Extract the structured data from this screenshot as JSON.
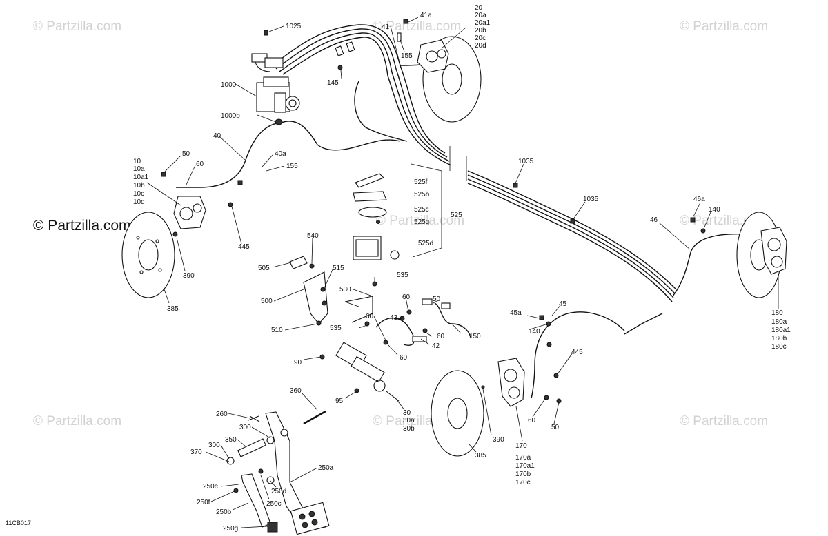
{
  "watermarks": [
    "© Partzilla.com",
    "© Partzilla.com",
    "© Partzilla.com",
    "© Partzilla.com",
    "© Partzilla.com",
    "© Partzilla.com",
    "© Partzilla.com",
    "© Partzilla.com",
    "© Partzilla.com"
  ],
  "center_watermark": "© Partzilla.com",
  "diagram_code": "11CB017",
  "labels": [
    "1025",
    "41a",
    "41",
    "20",
    "20a",
    "20a1",
    "20b",
    "20c",
    "20d",
    "155",
    "145",
    "1000",
    "1000b",
    "40",
    "40a",
    "155",
    "50",
    "60",
    "10",
    "10a",
    "10a1",
    "10b",
    "10c",
    "10d",
    "445",
    "390",
    "385",
    "1035",
    "1035",
    "525f",
    "525b",
    "525c",
    "525g",
    "525",
    "525d",
    "46a",
    "140",
    "46",
    "180",
    "180a",
    "180a1",
    "180b",
    "180c",
    "540",
    "505",
    "515",
    "500",
    "510",
    "530",
    "535",
    "535",
    "50",
    "43",
    "60",
    "60",
    "150",
    "60",
    "42",
    "60",
    "45a",
    "140",
    "45",
    "445",
    "60",
    "50",
    "170",
    "170a",
    "170a1",
    "170b",
    "170c",
    "390",
    "385",
    "90",
    "95",
    "30",
    "30a",
    "30b",
    "360",
    "260",
    "300",
    "350",
    "300",
    "370",
    "250a",
    "250e",
    "250d",
    "250f",
    "250c",
    "250b",
    "250g"
  ]
}
